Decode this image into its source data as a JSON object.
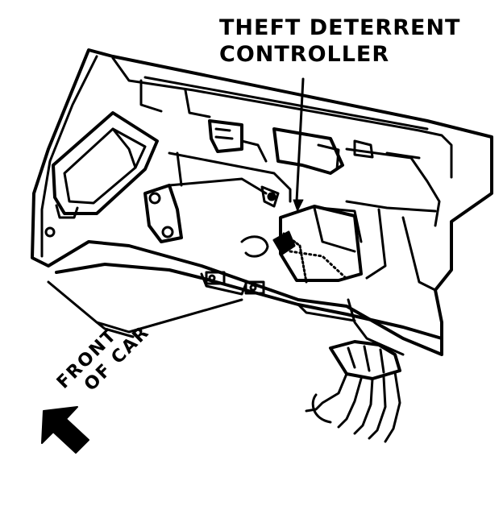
{
  "callout": {
    "line1": "THEFT DETERRENT",
    "line2": "CONTROLLER"
  },
  "direction_label": {
    "line1": "FRONT",
    "line2": "OF CAR"
  },
  "colors": {
    "ink": "#000000",
    "paper": "#ffffff"
  }
}
